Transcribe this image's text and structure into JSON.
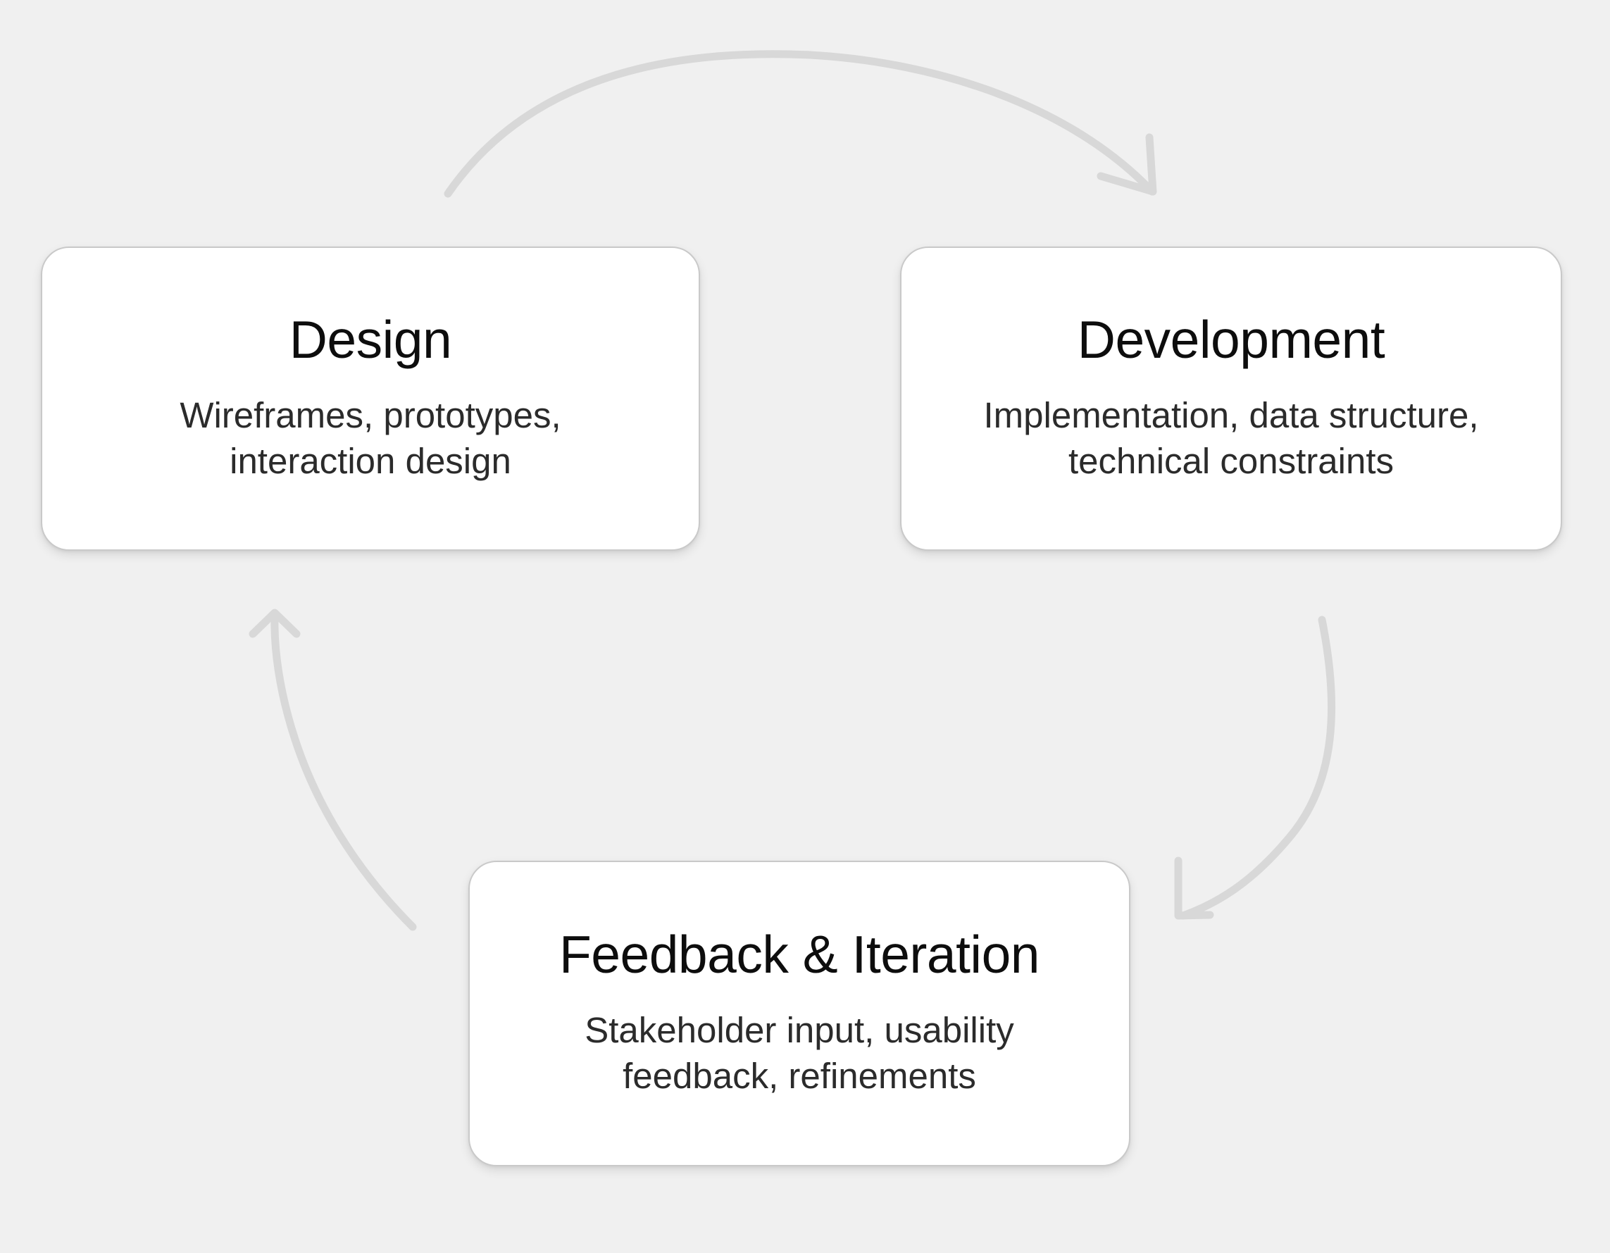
{
  "diagram": {
    "background_color": "#f0f0f0",
    "card_background_color": "#ffffff",
    "card_border_color": "#c9c9c9",
    "title_color": "#0d0d0d",
    "description_color": "#2b2b2b",
    "arrow_color": "#d8d8d8"
  },
  "nodes": [
    {
      "id": "design",
      "title": "Design",
      "description": "Wireframes, prototypes,\ninteraction design"
    },
    {
      "id": "development",
      "title": "Development",
      "description": "Implementation, data structure,\ntechnical constraints"
    },
    {
      "id": "feedback",
      "title": "Feedback & Iteration",
      "description": "Stakeholder input, usability\nfeedback, refinements"
    }
  ],
  "connections": [
    {
      "id": "design-to-development",
      "from": "design",
      "to": "development",
      "style": "curved-arrow",
      "direction": "clockwise"
    },
    {
      "id": "development-to-feedback",
      "from": "development",
      "to": "feedback",
      "style": "curved-arrow",
      "direction": "clockwise"
    },
    {
      "id": "feedback-to-design",
      "from": "feedback",
      "to": "design",
      "style": "curved-arrow",
      "direction": "clockwise"
    }
  ]
}
